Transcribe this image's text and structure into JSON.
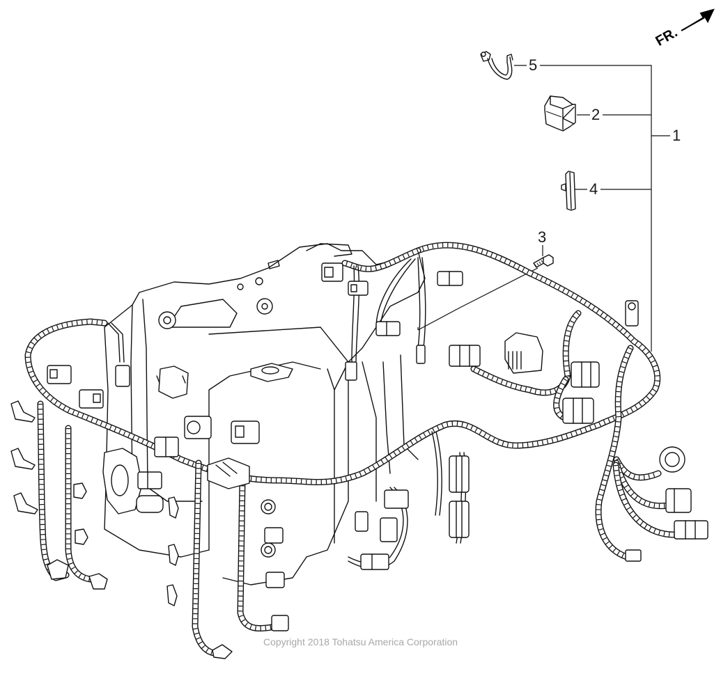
{
  "diagram": {
    "title": "Engine Wiring Harness Parts Diagram",
    "direction_indicator": {
      "label": "FR.",
      "icon": "arrow-up-right-icon"
    },
    "callouts": [
      {
        "number": "1",
        "part": "wiring-harness-assembly"
      },
      {
        "number": "2",
        "part": "harness-protector-cap"
      },
      {
        "number": "3",
        "part": "bolt"
      },
      {
        "number": "4",
        "part": "harness-clip-band"
      },
      {
        "number": "5",
        "part": "harness-clamp"
      }
    ],
    "copyright": "Copyright 2018 Tohatsu America Corporation",
    "colors": {
      "line": "#111111",
      "background": "#ffffff",
      "copyright_text": "#a8a8a8"
    }
  }
}
